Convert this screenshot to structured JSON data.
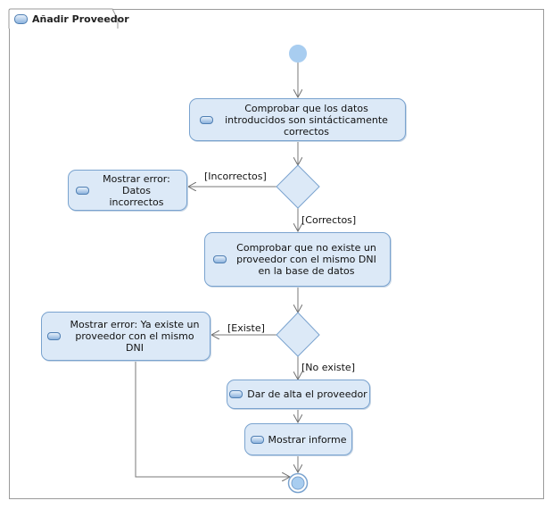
{
  "diagram": {
    "title": "Añadir Proveedor",
    "title_icon": "activity-diagram-icon",
    "actions": {
      "validate": "Comprobar que los datos introducidos son sintácticamente correctos",
      "error_invalid": "Mostrar error: Datos incorrectos",
      "check_exists": "Comprobar que no existe un proveedor con el mismo DNI en la base de datos",
      "error_exists": "Mostrar error: Ya existe un proveedor con el mismo DNI",
      "register": "Dar de alta el proveedor",
      "report": "Mostrar informe"
    },
    "guards": {
      "incorrect": "[Incorrectos]",
      "correct": "[Correctos]",
      "exists": "[Existe]",
      "not_exists": "[No existe]"
    },
    "colors": {
      "node_fill": "#dce9f7",
      "node_border": "#7aa3cf",
      "start_node": "#a8cdf0",
      "edge": "#7a7a7a"
    }
  }
}
